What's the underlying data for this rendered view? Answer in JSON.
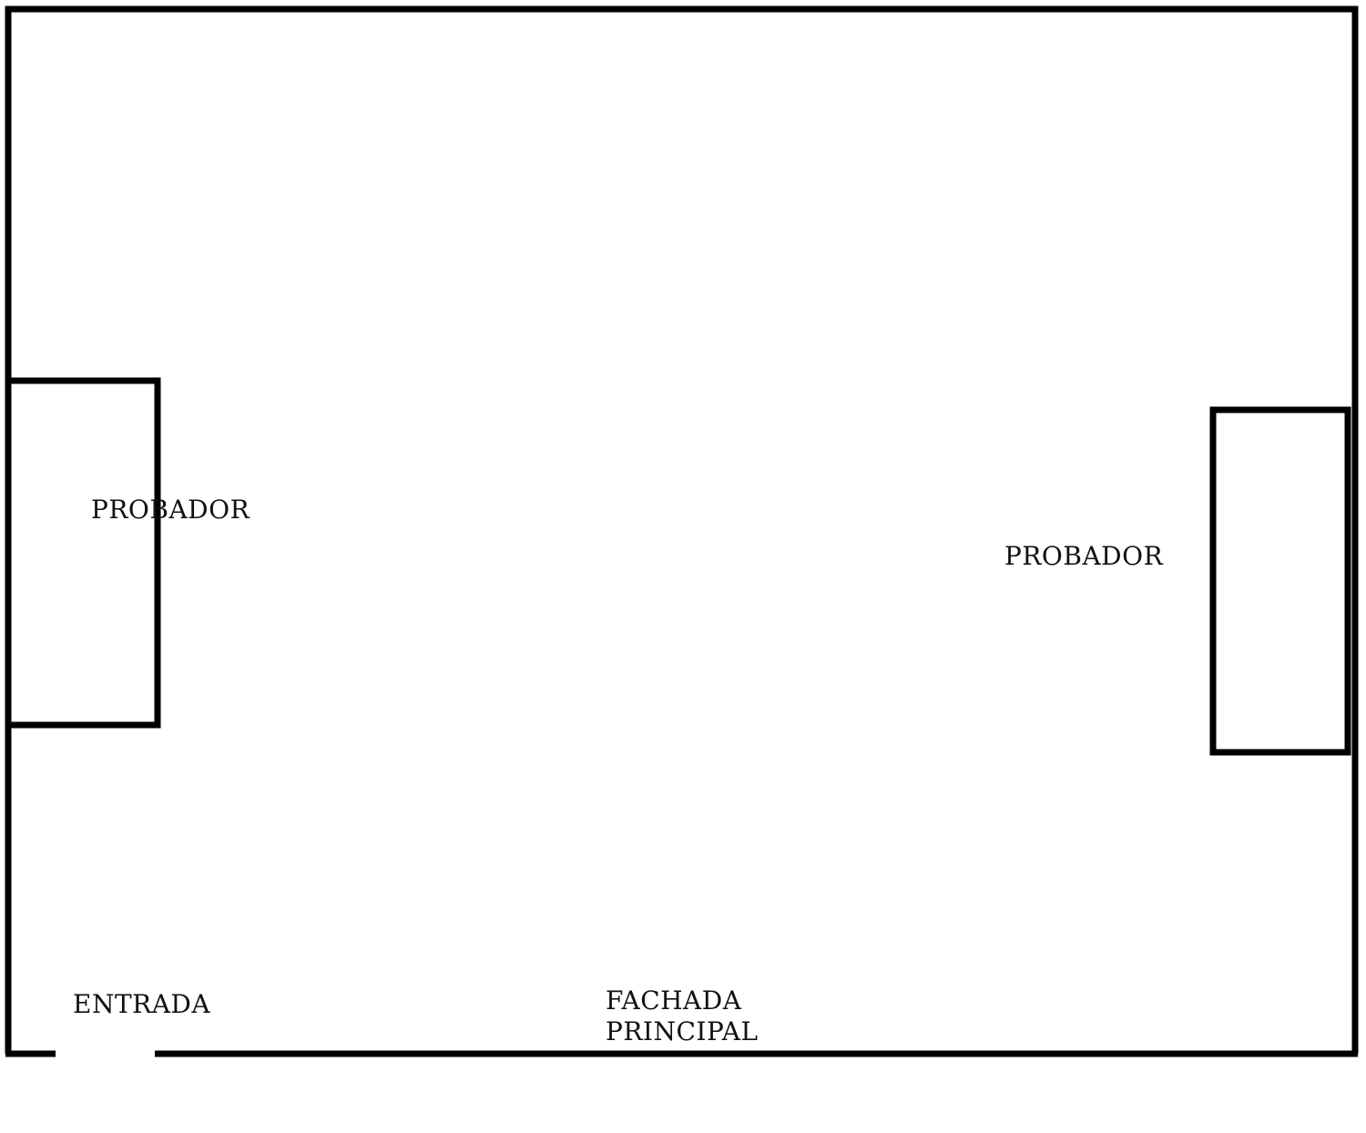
{
  "floor_plan": {
    "labels": {
      "probador_left": "PROBADOR",
      "probador_right": "PROBADOR",
      "entrada": "ENTRADA",
      "fachada_line1": "FACHADA",
      "fachada_line2": "PRINCIPAL"
    },
    "colors": {
      "wall": "#000000",
      "background": "#ffffff",
      "text": "#111111"
    }
  }
}
